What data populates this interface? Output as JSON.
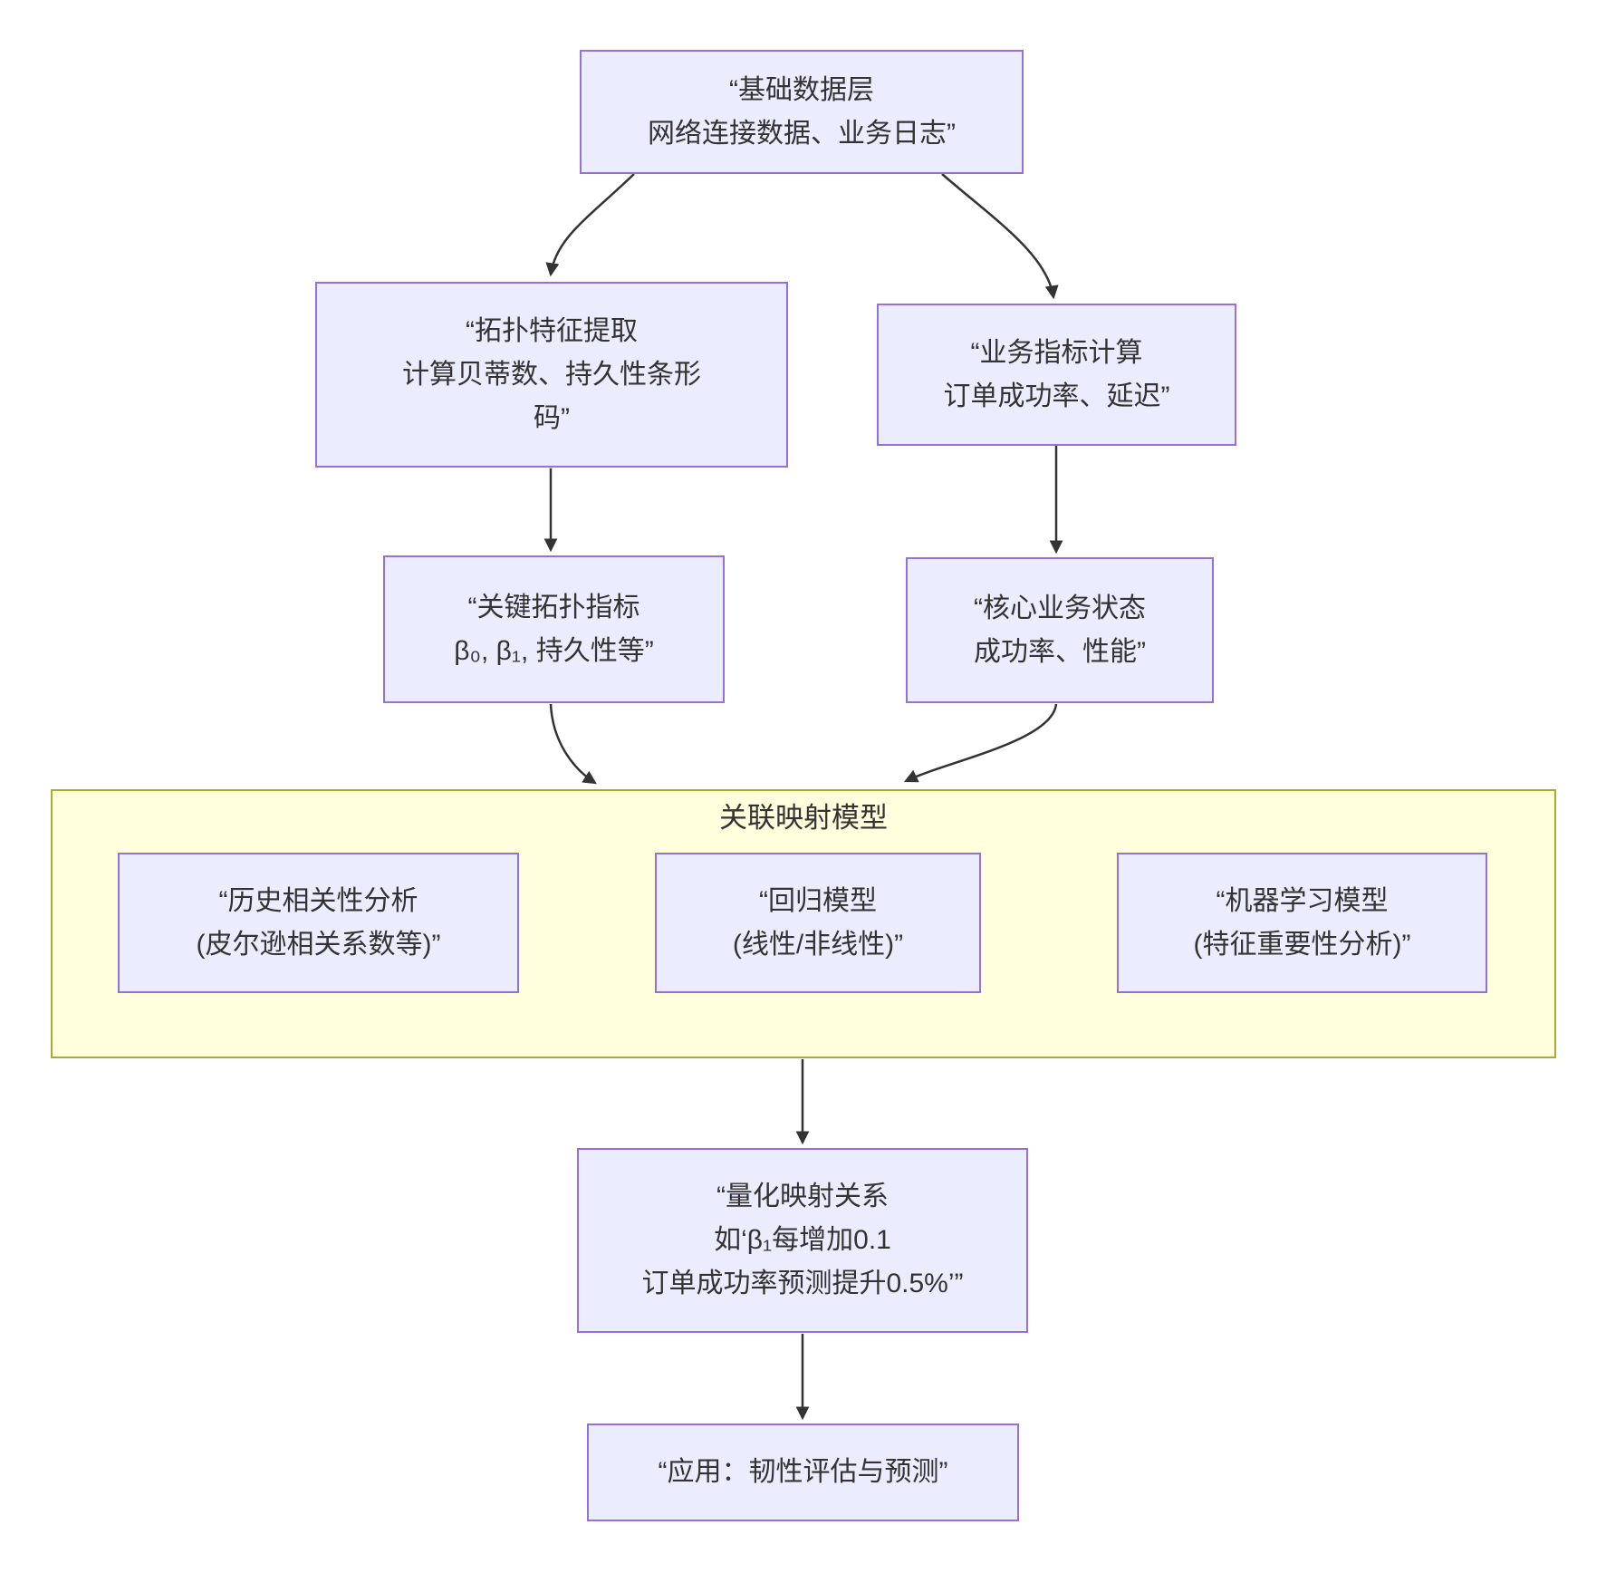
{
  "colors": {
    "node_fill": "#ECECFF",
    "node_border": "#9370DB",
    "cluster_fill": "#FFFFDE",
    "cluster_border": "#AAAA33",
    "edge": "#333333",
    "text": "#333333",
    "background": "#FFFFFF"
  },
  "cluster": {
    "label": "关联映射模型"
  },
  "nodes": {
    "base": {
      "lines": [
        "“基础数据层",
        "网络连接数据、业务日志”"
      ]
    },
    "topo_extract": {
      "lines": [
        "“拓扑特征提取",
        "计算贝蒂数、持久性条形",
        "码”"
      ]
    },
    "biz_calc": {
      "lines": [
        "“业务指标计算",
        "订单成功率、延迟”"
      ]
    },
    "topo_key": {
      "lines": [
        "“关键拓扑指标",
        "β₀, β₁, 持久性等”"
      ]
    },
    "biz_state": {
      "lines": [
        "“核心业务状态",
        "成功率、性能”"
      ]
    },
    "hist_corr": {
      "lines": [
        "“历史相关性分析",
        "(皮尔逊相关系数等)”"
      ]
    },
    "regression": {
      "lines": [
        "“回归模型",
        "(线性/非线性)”"
      ]
    },
    "ml_model": {
      "lines": [
        "“机器学习模型",
        "(特征重要性分析)”"
      ]
    },
    "quant_map": {
      "lines": [
        "“量化映射关系",
        "如‘β₁每增加0.1",
        "订单成功率预测提升0.5%’”"
      ]
    },
    "application": {
      "lines": [
        "“应用：韧性评估与预测”"
      ]
    }
  }
}
